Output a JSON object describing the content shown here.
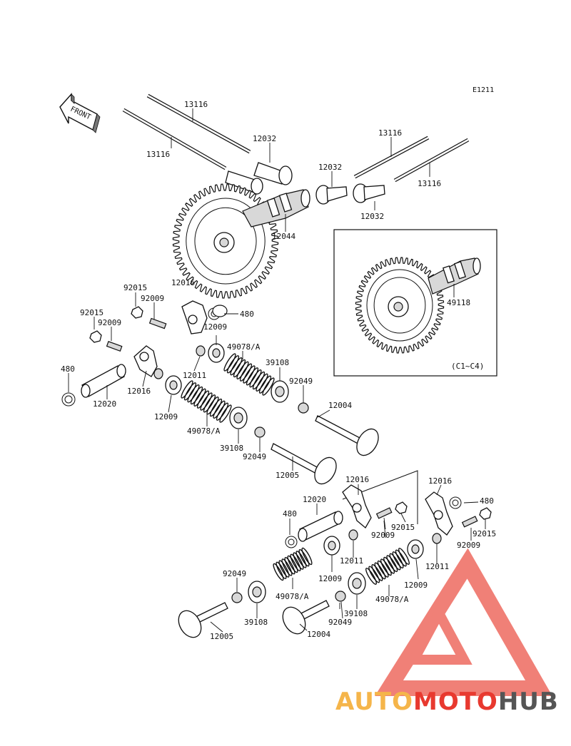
{
  "diagram_code": "E1211",
  "front_label": "FRONT",
  "inset_note": "(C1~C4)",
  "labels": {
    "l1": "13116",
    "l2": "13116",
    "l3": "12032",
    "l4": "12032",
    "l5": "13116",
    "l6": "13116",
    "l7": "12032",
    "l8": "12044",
    "l9": "49118",
    "l10": "12016",
    "l11": "92015",
    "l12": "92009",
    "l13": "480",
    "l14": "92015",
    "l15": "92009",
    "l16": "12009",
    "l17": "49078/A",
    "l18": "39108",
    "l19": "92049",
    "l20": "12011",
    "l21": "480",
    "l22": "12016",
    "l23": "12020",
    "l24": "12009",
    "l25": "49078/A",
    "l26": "12004",
    "l27": "39108",
    "l28": "92049",
    "l29": "12005",
    "l30": "12016",
    "l31": "12020",
    "l32": "12016",
    "l33": "480",
    "l34": "480",
    "l35": "92009",
    "l36": "92015",
    "l37": "92015",
    "l38": "12011",
    "l39": "92009",
    "l40": "92009",
    "l41": "12009",
    "l42": "12011",
    "l43": "92049",
    "l44": "49078/A",
    "l45": "12009",
    "l46": "39108",
    "l47": "49078/A",
    "l48": "39108",
    "l49": "92049",
    "l50": "12005",
    "l51": "12004"
  },
  "watermark": {
    "part1": "AUTO",
    "part2": "MOTO",
    "part3": "HUB"
  },
  "colors": {
    "watermark_orange": "#f5b54a",
    "watermark_red": "#e8392f",
    "watermark_gray": "#555555",
    "triangle": "#ee6b60"
  }
}
